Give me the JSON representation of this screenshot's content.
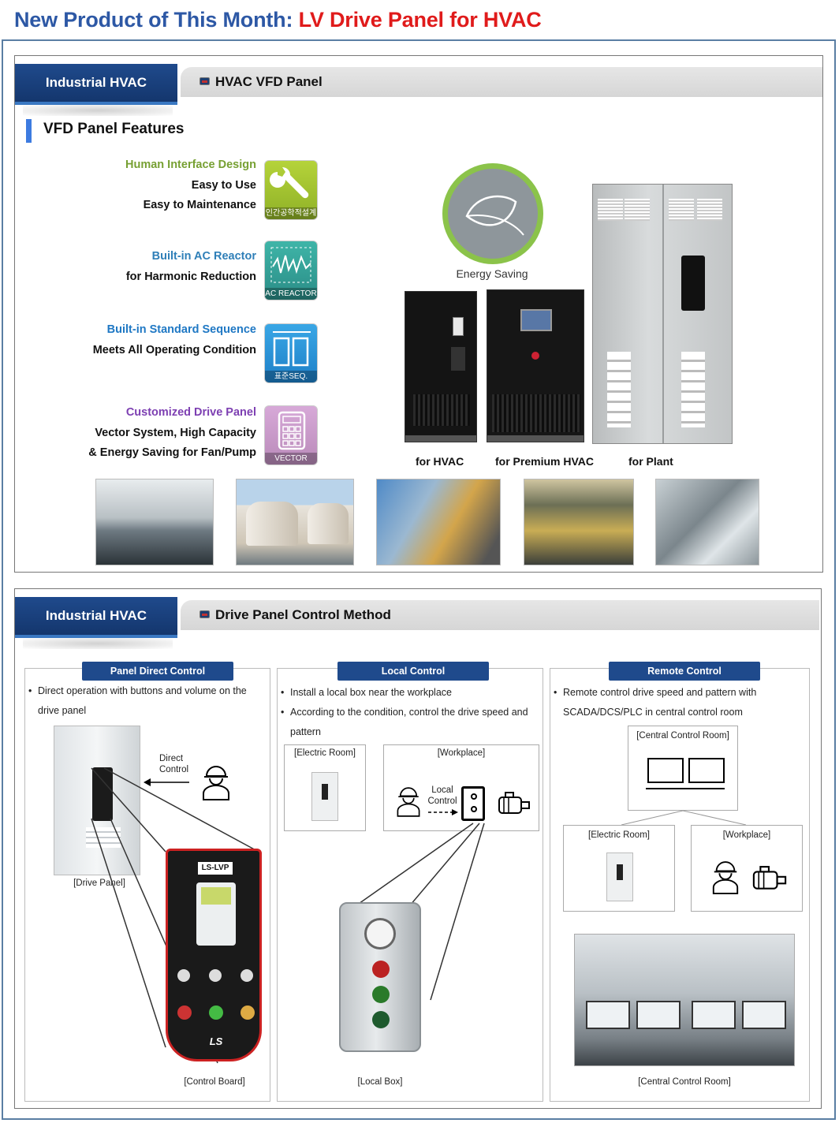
{
  "headline": {
    "prefix": "New Product of This Month:",
    "product": "LV Drive Panel for HVAC"
  },
  "section1": {
    "tab_label": "Industrial HVAC",
    "tab_title": "HVAC VFD Panel",
    "features_title": "VFD Panel Features",
    "features": [
      {
        "heading": "Human Interface Design",
        "lines": [
          "Easy to Use",
          "Easy to Maintenance"
        ],
        "icon": "wrench-icon",
        "icon_label": "인간공학적설계",
        "color": "#77a033"
      },
      {
        "heading": "Built-in AC Reactor",
        "lines": [
          "for Harmonic Reduction"
        ],
        "icon": "ac-reactor-icon",
        "icon_label": "AC REACTOR",
        "color": "#2f7fb8"
      },
      {
        "heading": "Built-in Standard Sequence",
        "lines": [
          "Meets All Operating Condition"
        ],
        "icon": "standard-sequence-icon",
        "icon_label": "표준SEQ.",
        "color": "#1f78c4"
      },
      {
        "heading": "Customized Drive Panel",
        "lines": [
          "Vector System, High Capacity",
          "& Energy Saving for Fan/Pump"
        ],
        "icon": "vector-icon",
        "icon_label": "VECTOR",
        "color": "#7d3fb2"
      }
    ],
    "energy_label": "Energy Saving",
    "cabinets": [
      "for HVAC",
      "for Premium HVAC",
      "for Plant"
    ],
    "photos": [
      "office-photo",
      "cooling-tower-photo",
      "pipeline-photo",
      "factory-hall-photo",
      "duct-photo"
    ]
  },
  "section2": {
    "tab_label": "Industrial HVAC",
    "tab_title": "Drive Panel Control Method",
    "columns": [
      {
        "badge": "Panel Direct Control",
        "bullets": [
          "Direct operation with buttons and volume on the drive panel"
        ],
        "direct_label": "Direct Control",
        "drive_caption": "[Drive Panel]",
        "board_caption": "[Control Board]",
        "board_brand": "LS-LVP",
        "board_logo": "LS"
      },
      {
        "badge": "Local Control",
        "bullets": [
          "Install a local box near the workplace",
          "According to the condition, control the drive speed and pattern"
        ],
        "electric_room": "[Electric Room]",
        "workplace": "[Workplace]",
        "local_label": "Local Control",
        "local_box_caption": "[Local Box]"
      },
      {
        "badge": "Remote Control",
        "bullets": [
          "Remote control drive speed and pattern with SCADA/DCS/PLC in central control room"
        ],
        "central_room": "[Central Control Room]",
        "electric_room": "[Electric Room]",
        "workplace": "[Workplace]",
        "central_caption": "[Central Control Room]"
      }
    ]
  }
}
